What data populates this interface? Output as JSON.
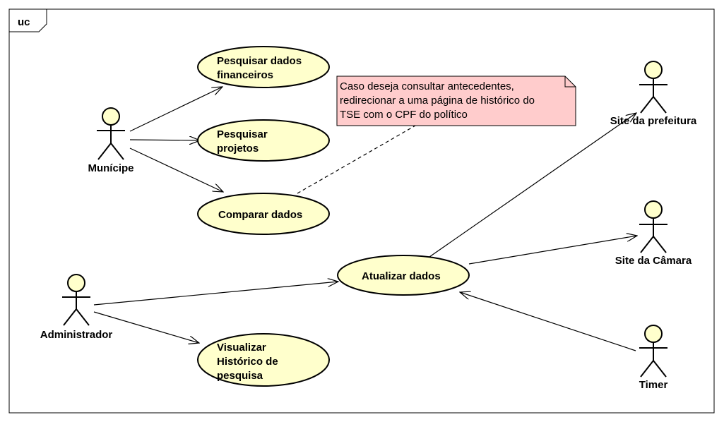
{
  "frame": {
    "label": "uc"
  },
  "colors": {
    "usecase_fill": "#ffffcc",
    "note_fill": "#ffcccc",
    "line": "#000000"
  },
  "actors": {
    "municipe": "Munícipe",
    "administrador": "Administrador",
    "site_prefeitura": "Site da prefeitura",
    "site_camara": "Site da Câmara",
    "timer": "Timer"
  },
  "use_cases": {
    "pesquisar_financeiros": [
      "Pesquisar dados",
      "financeiros"
    ],
    "pesquisar_projetos": [
      "Pesquisar",
      "projetos"
    ],
    "comparar_dados": [
      "Comparar dados"
    ],
    "atualizar_dados": [
      "Atualizar dados"
    ],
    "visualizar_historico": [
      "Visualizar",
      "Histórico de",
      "pesquisa"
    ]
  },
  "note": {
    "lines": [
      "Caso deseja consultar antecedentes,",
      "redirecionar a uma página de histórico do",
      "TSE com o CPF do político"
    ]
  }
}
